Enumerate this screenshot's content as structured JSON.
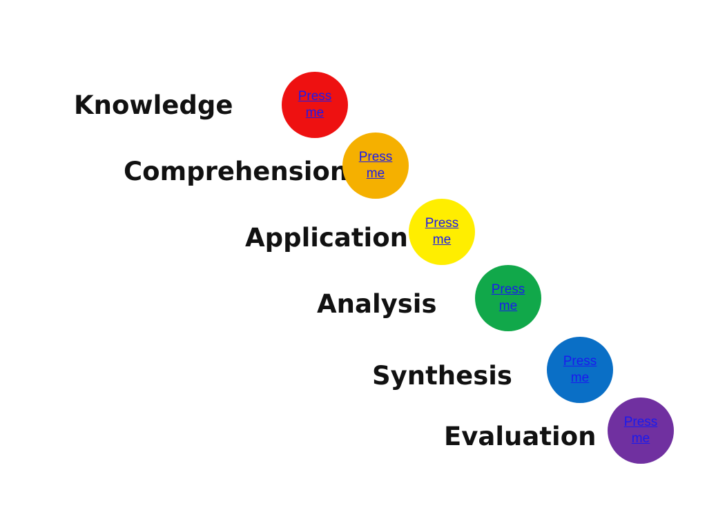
{
  "levels": [
    {
      "label": "Knowledge",
      "button": "Press me",
      "color": "#ee1111"
    },
    {
      "label": "Comprehension",
      "button": "Press me",
      "color": "#f5b000"
    },
    {
      "label": "Application",
      "button": "Press me",
      "color": "#ffee00"
    },
    {
      "label": "Analysis",
      "button": "Press me",
      "color": "#11a84a"
    },
    {
      "label": "Synthesis",
      "button": "Press me",
      "color": "#0a6fc6"
    },
    {
      "label": "Evaluation",
      "button": "Press me",
      "color": "#7030a0"
    }
  ]
}
